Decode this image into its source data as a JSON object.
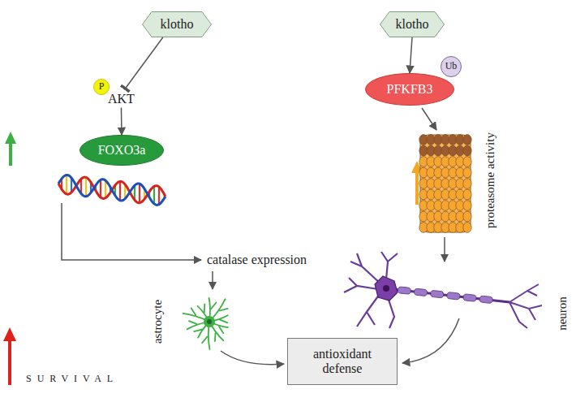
{
  "diagram": {
    "nodes": [
      {
        "text": [
          "klotho"
        ]
      },
      {
        "text": [
          "P",
          "AKT"
        ]
      },
      {
        "text": [
          "FOXO3a"
        ]
      },
      {
        "text": [
          "klotho"
        ]
      },
      {
        "text": [
          "PFKFB3"
        ]
      },
      {
        "text": [
          "Ub"
        ],
        "in": 4
      },
      {
        "text": [
          "antioxidant defense"
        ]
      }
    ],
    "edges": [
      {
        "from": 0,
        "to": 1,
        "arrow": "to"
      },
      {
        "from": 1,
        "to": 2,
        "arrow": "to"
      },
      {
        "from": 3,
        "to": 4,
        "arrow": "to"
      }
    ],
    "labels": [
      "catalase expression",
      "astrocyte",
      "proteasome activity",
      "neuron",
      "SURVIVAL"
    ]
  }
}
